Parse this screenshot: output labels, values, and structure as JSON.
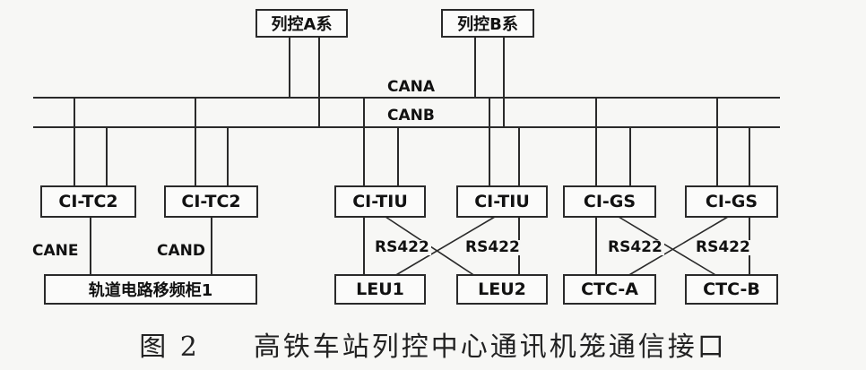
{
  "nodes": {
    "control_a": "列控A系",
    "control_b": "列控B系",
    "ci_tc2_1": "CI-TC2",
    "ci_tc2_2": "CI-TC2",
    "ci_tiu_1": "CI-TIU",
    "ci_tiu_2": "CI-TIU",
    "ci_gs_1": "CI-GS",
    "ci_gs_2": "CI-GS",
    "track_cabinet": "轨道电路移频柜1",
    "leu1": "LEU1",
    "leu2": "LEU2",
    "ctc_a": "CTC-A",
    "ctc_b": "CTC-B"
  },
  "buses": {
    "cana": "CANA",
    "canb": "CANB",
    "cane": "CANE",
    "cand": "CAND"
  },
  "links": {
    "rs422_1": "RS422",
    "rs422_2": "RS422",
    "rs422_3": "RS422",
    "rs422_4": "RS422"
  },
  "caption": {
    "figure": "图 2",
    "title": "高铁车站列控中心通讯机笼通信接口"
  }
}
